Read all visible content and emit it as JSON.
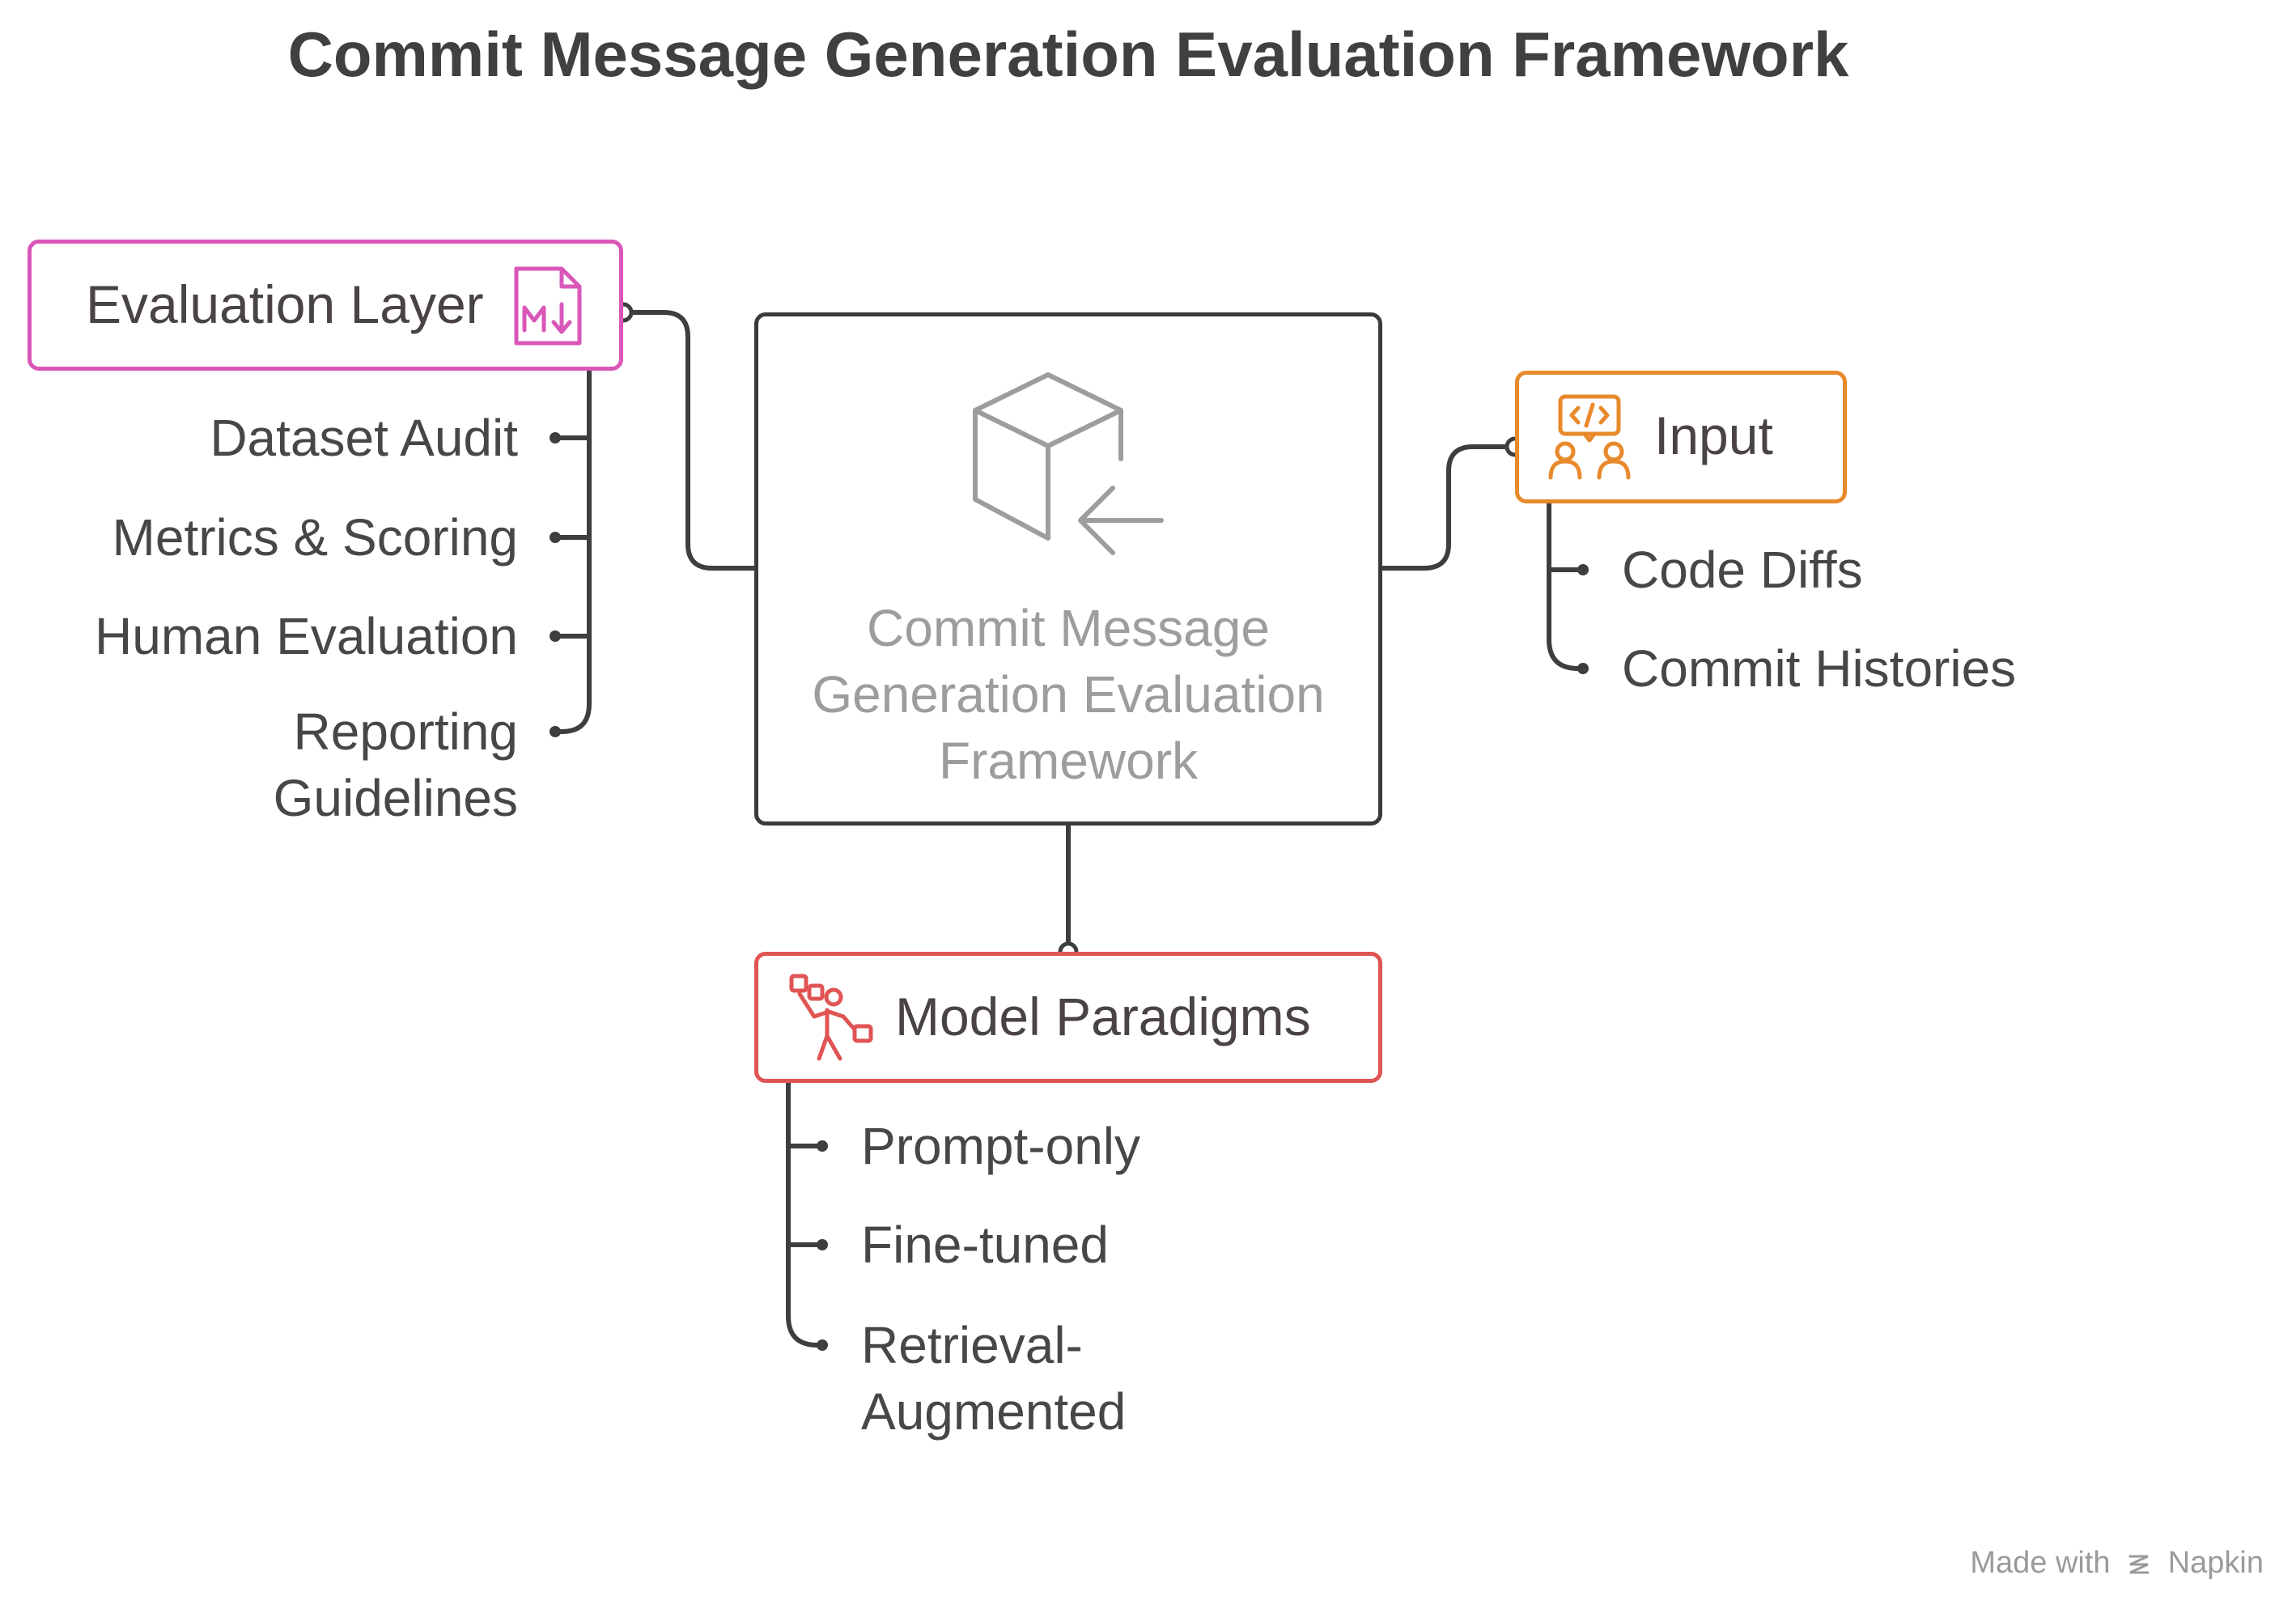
{
  "title": "Commit Message Generation Evaluation Framework",
  "center": {
    "label": "Commit Message Generation Evaluation Framework",
    "icon": "cube-arrow-icon"
  },
  "evaluation_layer": {
    "label": "Evaluation Layer",
    "icon": "markdown-file-icon",
    "color": "#d957b8",
    "items": [
      "Dataset Audit",
      "Metrics & Scoring",
      "Human Evaluation",
      "Reporting Guidelines"
    ]
  },
  "input": {
    "label": "Input",
    "icon": "code-review-people-icon",
    "color": "#e8892b",
    "items": [
      "Code Diffs",
      "Commit Histories"
    ]
  },
  "model_paradigms": {
    "label": "Model Paradigms",
    "icon": "juggler-person-icon",
    "color": "#e05454",
    "items": [
      "Prompt-only",
      "Fine-tuned",
      "Retrieval-Augmented"
    ]
  },
  "watermark": {
    "prefix": "Made with",
    "brand": "Napkin",
    "icon": "napkin-logo-icon"
  }
}
